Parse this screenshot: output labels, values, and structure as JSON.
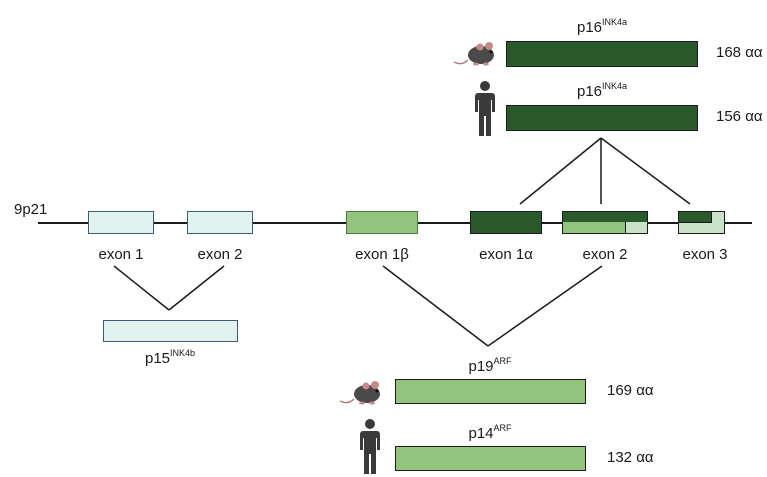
{
  "locus": "9p21",
  "colors": {
    "p16_dark": "#2a5a2c",
    "arf_light": "#93c47d",
    "p15_pale": "#e2f2ef",
    "p15_border": "#3a5c78",
    "exon3_pale": "#c9e1c9"
  },
  "exons": {
    "p15_exon1": "exon 1",
    "p15_exon2": "exon 2",
    "exon_1b": "exon 1β",
    "exon_1a": "exon 1α",
    "exon_2": "exon 2",
    "exon_3": "exon 3"
  },
  "proteins": {
    "p16_mouse": {
      "name": "p16",
      "sup": "INK4a",
      "length": "168 αα",
      "species_icon": "mouse-icon"
    },
    "p16_human": {
      "name": "p16",
      "sup": "INK4a",
      "length": "156 αα",
      "species_icon": "human-icon"
    },
    "p15": {
      "name": "p15",
      "sup": "INK4b"
    },
    "p19_mouse": {
      "name": "p19",
      "sup": "ARF",
      "length": "169 αα",
      "species_icon": "mouse-icon"
    },
    "p14_human": {
      "name": "p14",
      "sup": "ARF",
      "length": "132 αα",
      "species_icon": "human-icon"
    }
  }
}
